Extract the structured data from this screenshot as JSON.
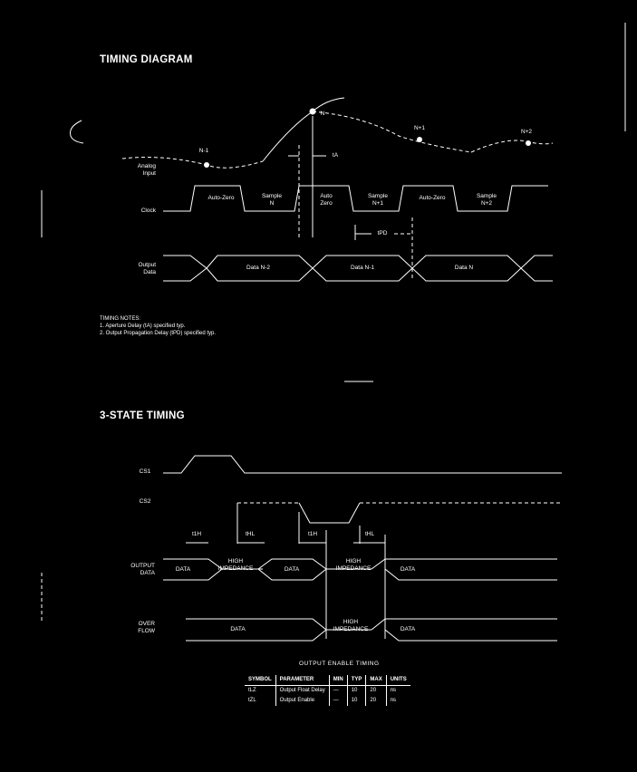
{
  "timing_diagram": {
    "title": "TIMING DIAGRAM",
    "sample_labels": {
      "n": "N",
      "n_minus_1": "N-1",
      "n_plus_1": "N+1",
      "n_plus_2": "N+2"
    },
    "analog_input_label": "Analog\nInput",
    "clock_label": "Clock",
    "output_data_label": "Output\nData",
    "ta_label": "tA",
    "tpd_label": "tPD",
    "clock_phases": [
      "Auto-Zero",
      "Sample\nN",
      "Auto\nZero",
      "Sample\nN+1",
      "Auto-Zero",
      "Sample\nN+2"
    ],
    "data_cells": [
      "Data N-2",
      "Data N-1",
      "Data N"
    ],
    "notes_title": "TIMING NOTES:",
    "notes": [
      "1. Aperture Delay (tA) specified typ.",
      "2. Output Propagation Delay (tPD) specified typ."
    ]
  },
  "three_state": {
    "title": "3-STATE TIMING",
    "cs1_label": "CS1",
    "cs2_label": "CS2",
    "output_data_label": "OUTPUT\nDATA",
    "overflow_label": "OVER\nFLOW",
    "t1h_label": "t1H",
    "t0h_label": "tHL",
    "t1h2_label": "t1H",
    "t0h2_label": "tHL",
    "output_cells": [
      "DATA",
      "HIGH\nIMPEDANCE",
      "DATA",
      "HIGH\nIMPEDANCE",
      "DATA"
    ],
    "overflow_cells": [
      "DATA",
      "HIGH\nIMPEDANCE",
      "DATA"
    ]
  },
  "table": {
    "caption": "OUTPUT ENABLE TIMING",
    "headers": [
      "SYMBOL",
      "PARAMETER",
      "MIN",
      "TYP",
      "MAX",
      "UNITS"
    ],
    "rows": [
      [
        "tLZ",
        "Output Float Delay",
        "—",
        "10",
        "20",
        "ns"
      ],
      [
        "tZL",
        "Output Enable",
        "—",
        "10",
        "20",
        "ns"
      ]
    ]
  }
}
